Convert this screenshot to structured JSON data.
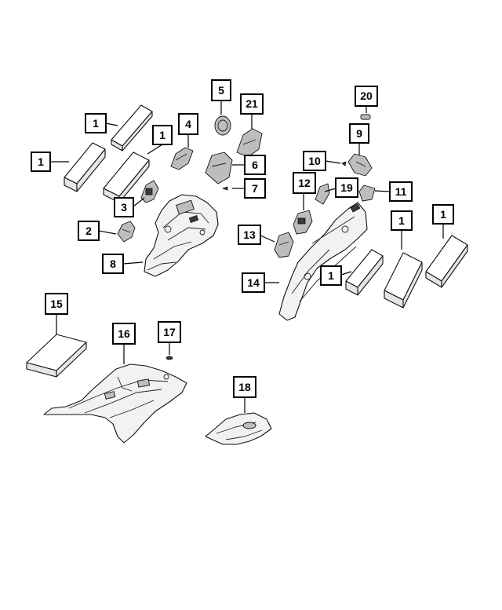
{
  "callouts": [
    {
      "id": "c1a",
      "label": "1"
    },
    {
      "id": "c1b",
      "label": "1"
    },
    {
      "id": "c1c",
      "label": "1"
    },
    {
      "id": "c1d",
      "label": "1"
    },
    {
      "id": "c1e",
      "label": "1"
    },
    {
      "id": "c1f",
      "label": "1"
    },
    {
      "id": "c2",
      "label": "2"
    },
    {
      "id": "c3",
      "label": "3"
    },
    {
      "id": "c4",
      "label": "4"
    },
    {
      "id": "c5",
      "label": "5"
    },
    {
      "id": "c6",
      "label": "6"
    },
    {
      "id": "c7",
      "label": "7"
    },
    {
      "id": "c8",
      "label": "8"
    },
    {
      "id": "c9",
      "label": "9"
    },
    {
      "id": "c10",
      "label": "10"
    },
    {
      "id": "c11",
      "label": "11"
    },
    {
      "id": "c12",
      "label": "12"
    },
    {
      "id": "c13",
      "label": "13"
    },
    {
      "id": "c14",
      "label": "14"
    },
    {
      "id": "c15",
      "label": "15"
    },
    {
      "id": "c16",
      "label": "16"
    },
    {
      "id": "c17",
      "label": "17"
    },
    {
      "id": "c18",
      "label": "18"
    },
    {
      "id": "c19",
      "label": "19"
    },
    {
      "id": "c20",
      "label": "20"
    },
    {
      "id": "c21",
      "label": "21"
    }
  ]
}
